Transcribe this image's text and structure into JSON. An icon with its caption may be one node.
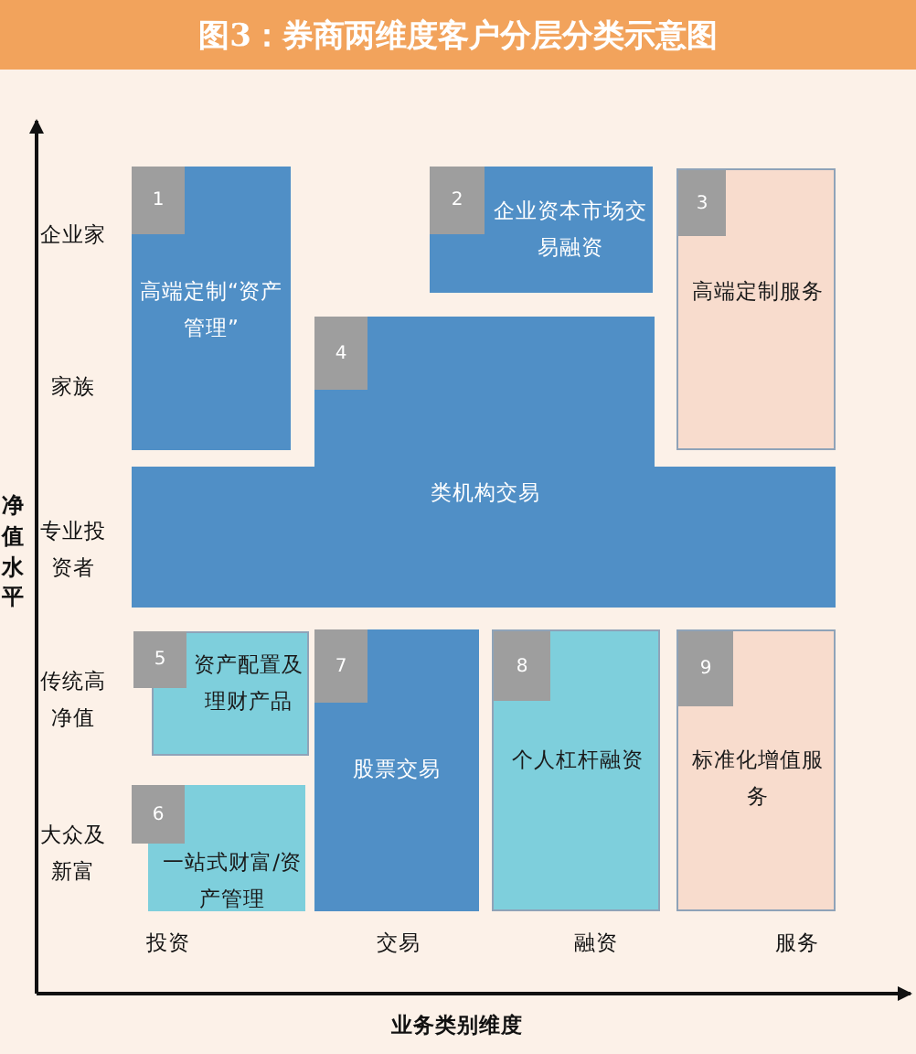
{
  "diagram": {
    "title": "图3：券商两维度客户分层分类示意图",
    "nodes": [
      {
        "text": [
          "1",
          "高端定制“资产管理”"
        ]
      },
      {
        "text": [
          "2",
          "企业资本市场交易融资"
        ]
      },
      {
        "text": [
          "3",
          "高端定制服务"
        ]
      },
      {
        "text": [
          "4",
          "类机构交易"
        ]
      },
      {
        "text": [
          "5",
          "资产配置及理财产品"
        ]
      },
      {
        "text": [
          "6",
          "一站式财富/资产管理"
        ]
      },
      {
        "text": [
          "7",
          "股票交易"
        ]
      },
      {
        "text": [
          "8",
          "个人杠杆融资"
        ]
      },
      {
        "text": [
          "9",
          "标准化增值服务"
        ]
      }
    ],
    "edges": [],
    "labels": [
      "净值水平",
      "企业家",
      "家族",
      "专业投资者",
      "传统高净值",
      "大众及新富",
      "投资",
      "交易",
      "融资",
      "服务",
      "业务类别维度"
    ]
  }
}
